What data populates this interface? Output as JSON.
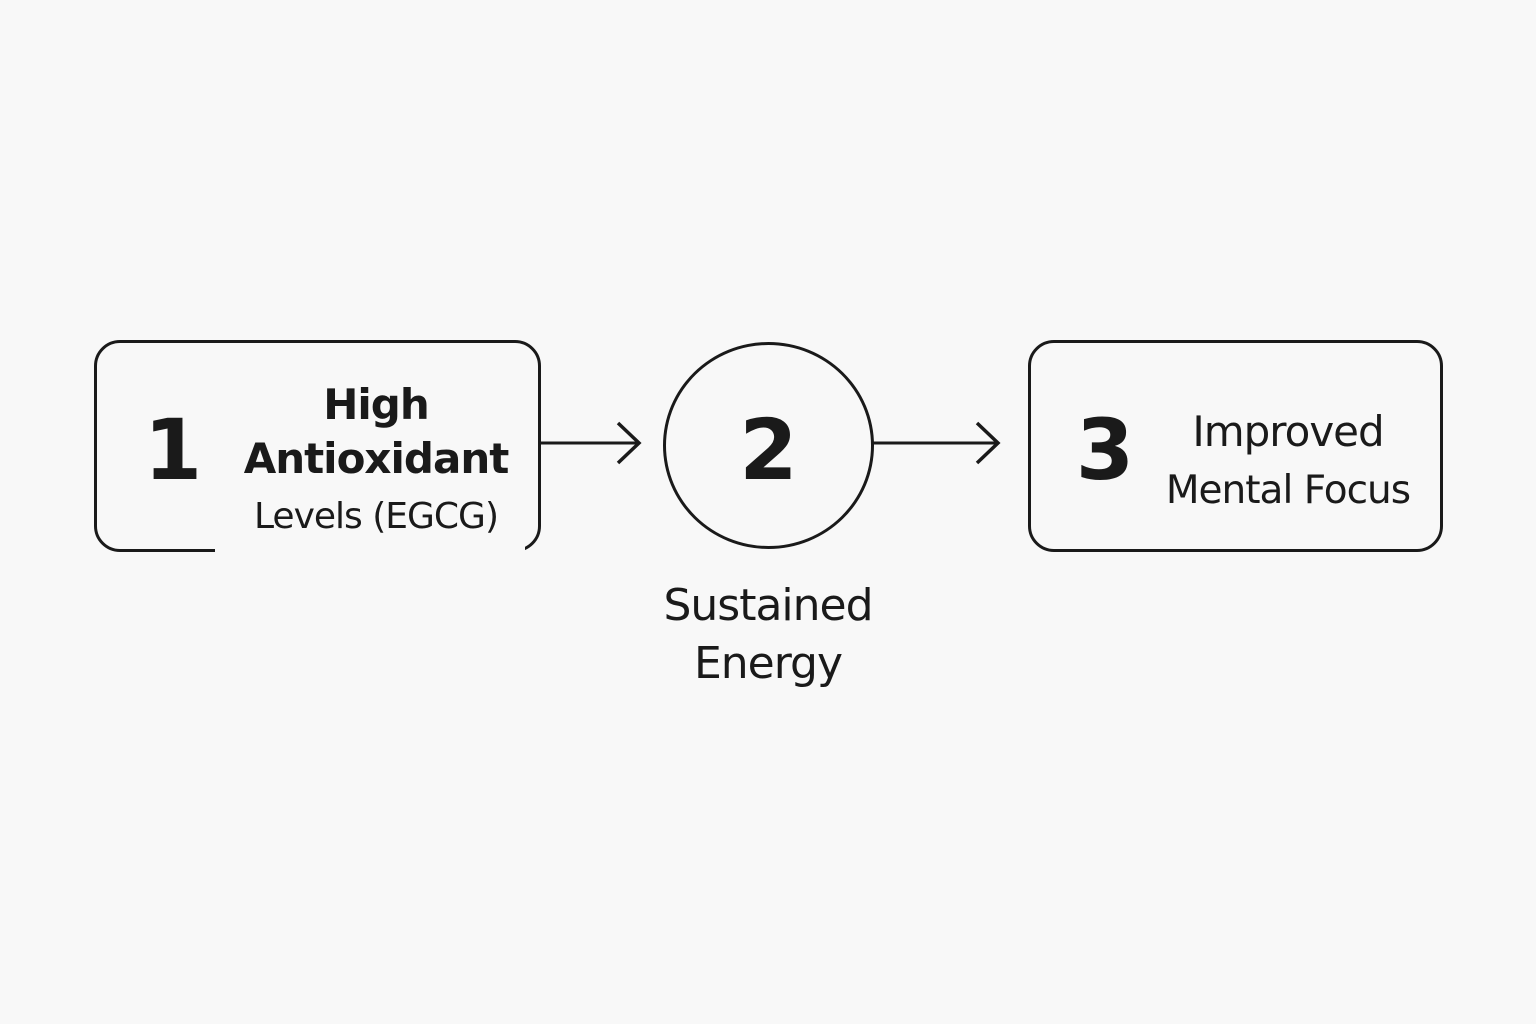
{
  "flow": {
    "steps": [
      {
        "number": "1",
        "lines": [
          "High",
          "Antioxidant",
          "Levels (EGCG)"
        ]
      },
      {
        "number": "2",
        "lines": [
          "Sustained",
          "Energy"
        ]
      },
      {
        "number": "3",
        "lines": [
          "Improved",
          "Mental Focus"
        ]
      }
    ],
    "connectors": [
      "arrow-right-icon",
      "arrow-right-icon"
    ],
    "colors": {
      "background": "#f8f8f8",
      "stroke": "#1a1a1a"
    }
  }
}
